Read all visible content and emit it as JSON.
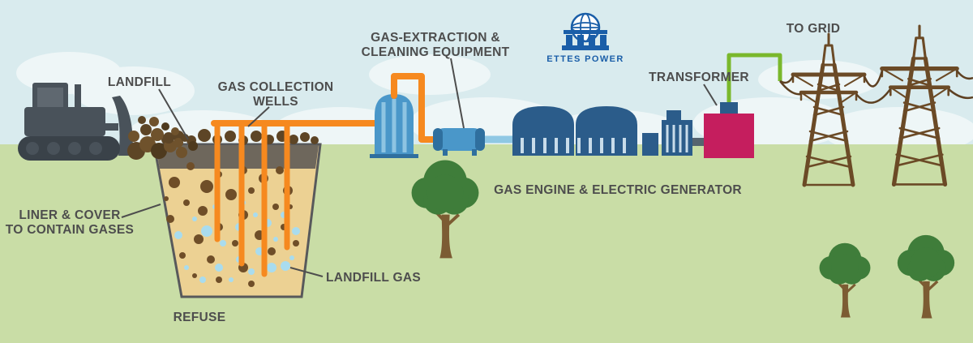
{
  "labels": {
    "landfill": "LANDFILL",
    "gas_collection_line1": "GAS COLLECTION",
    "gas_collection_line2": "WELLS",
    "gas_extraction_line1": "GAS-EXTRACTION &",
    "gas_extraction_line2": "CLEANING EQUIPMENT",
    "transformer": "TRANSFORMER",
    "to_grid": "TO GRID",
    "gas_engine": "GAS ENGINE & ELECTRIC GENERATOR",
    "liner_line1": "LINER & COVER",
    "liner_line2": "TO CONTAIN GASES",
    "landfill_gas": "LANDFILL GAS",
    "refuse": "REFUSE"
  },
  "logo": {
    "brand": "ETTES POWER"
  },
  "colors": {
    "sky": "#d9ebee",
    "cloud": "#eef6f7",
    "ground": "#c9dda6",
    "pipe_orange": "#f6891f",
    "equipment_blue": "#4a97c9",
    "building_blue": "#2b5c8a",
    "transformer_magenta": "#c51e5e",
    "wire_green": "#7ab82c",
    "pylon_brown": "#6b4a26",
    "tree_green": "#3f7d3a",
    "pit_sand": "#ecd193",
    "pit_cover": "#6e675c",
    "debris_brown": "#6f4e28",
    "gas_bubble_blue": "#a9dcee",
    "label_text": "#4d4d4d",
    "logo_blue": "#1a5ea8"
  }
}
